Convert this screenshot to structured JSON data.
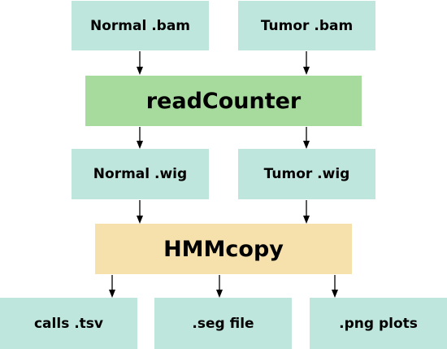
{
  "colors": {
    "file_box": "#bfe6dd",
    "readcounter_box": "#a7db9e",
    "hmmcopy_box": "#f6e0ab",
    "arrow": "#000000"
  },
  "inputs": {
    "normal_bam": "Normal .bam",
    "tumor_bam": "Tumor .bam"
  },
  "tool1": {
    "label": "readCounter"
  },
  "intermediates": {
    "normal_wig": "Normal .wig",
    "tumor_wig": "Tumor .wig"
  },
  "tool2": {
    "label": "HMMcopy"
  },
  "outputs": {
    "calls_tsv": "calls .tsv",
    "seg_file": ".seg file",
    "png_plots": ".png plots"
  }
}
